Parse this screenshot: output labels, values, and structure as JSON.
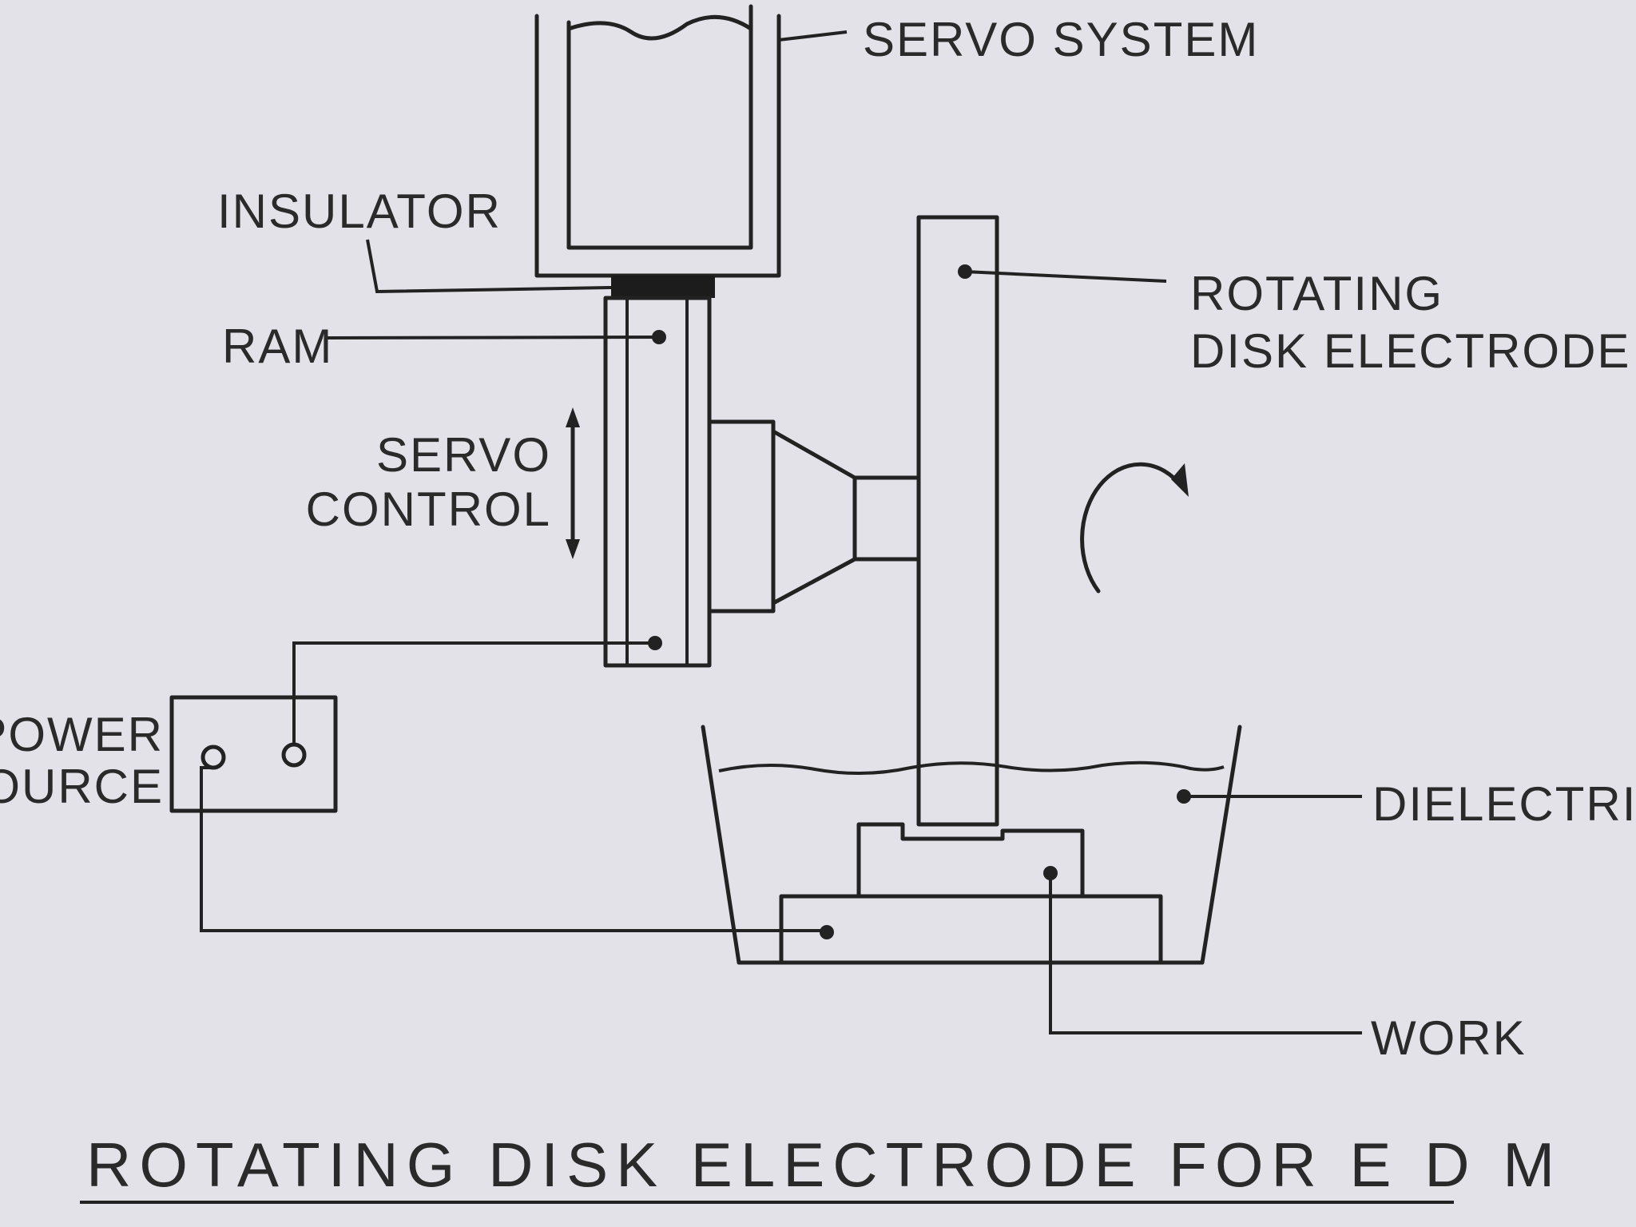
{
  "diagram": {
    "title": "ROTATING DISK ELECTRODE FOR E D M",
    "labels": {
      "servo_system": "SERVO SYSTEM",
      "insulator": "INSULATOR",
      "ram": "RAM",
      "servo_control_line1": "SERVO",
      "servo_control_line2": "CONTROL",
      "rotating_disk_line1": "ROTATING",
      "rotating_disk_line2": "DISK ELECTRODE",
      "dielectric": "DIELECTRIC",
      "work": "WORK",
      "power_source_line1": "POWER",
      "power_source_line2": "SOURCE"
    }
  }
}
